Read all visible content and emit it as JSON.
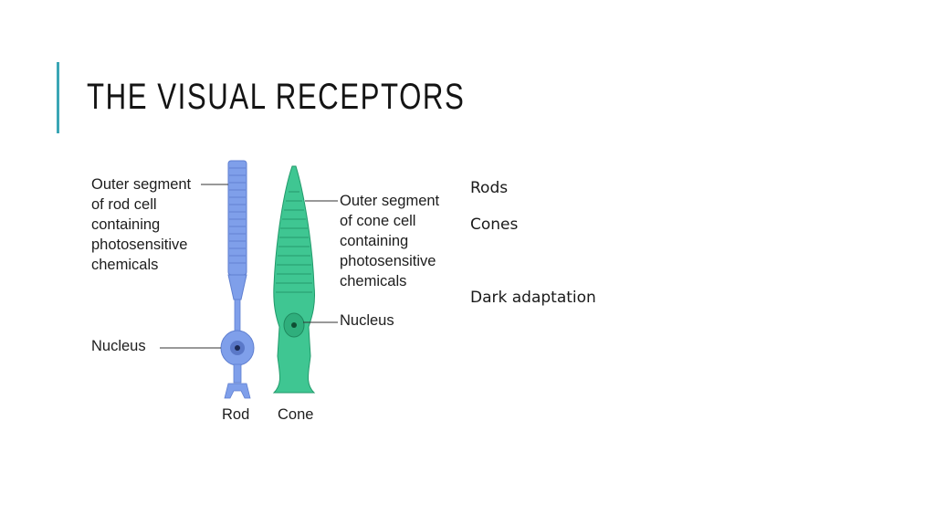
{
  "slide": {
    "title": "THE VISUAL RECEPTORS",
    "accent_color": "#3aa6b5"
  },
  "figure": {
    "rod_outer_label": [
      "Outer segment",
      "of rod cell",
      "containing",
      "photosensitive",
      "chemicals"
    ],
    "rod_nucleus_label": "Nucleus",
    "cone_outer_label": [
      "Outer segment",
      "of cone cell",
      "containing",
      "photosensitive",
      "chemicals"
    ],
    "cone_nucleus_label": "Nucleus",
    "rod_caption": "Rod",
    "cone_caption": "Cone",
    "rod_color": "#7f9fea",
    "cone_color": "#3fc692"
  },
  "bullets": [
    "Rods",
    "Cones",
    "Dark adaptation"
  ]
}
